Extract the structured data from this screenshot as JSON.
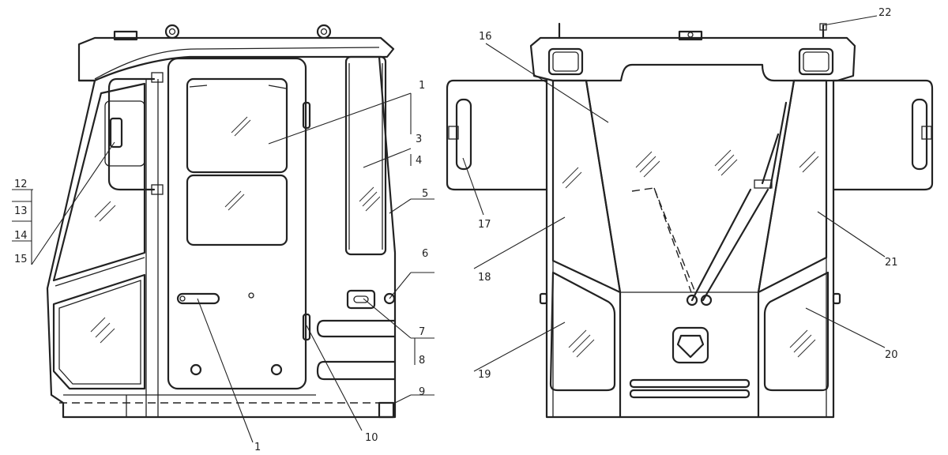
{
  "views": {
    "side": {
      "callouts": [
        {
          "id": "c1",
          "text": "1"
        },
        {
          "id": "c3",
          "text": "3"
        },
        {
          "id": "c4",
          "text": "4"
        },
        {
          "id": "c5",
          "text": "5"
        },
        {
          "id": "c6",
          "text": "6"
        },
        {
          "id": "c7",
          "text": "7"
        },
        {
          "id": "c8",
          "text": "8"
        },
        {
          "id": "c9",
          "text": "9"
        },
        {
          "id": "c10",
          "text": "10"
        },
        {
          "id": "c11",
          "text": "1"
        },
        {
          "id": "c12",
          "text": "12"
        },
        {
          "id": "c13",
          "text": "13"
        },
        {
          "id": "c14",
          "text": "14"
        },
        {
          "id": "c15",
          "text": "15"
        }
      ]
    },
    "front": {
      "callouts": [
        {
          "id": "c16",
          "text": "16"
        },
        {
          "id": "c17",
          "text": "17"
        },
        {
          "id": "c18",
          "text": "18"
        },
        {
          "id": "c19",
          "text": "19"
        },
        {
          "id": "c20",
          "text": "20"
        },
        {
          "id": "c21",
          "text": "21"
        },
        {
          "id": "c22",
          "text": "22"
        }
      ]
    }
  }
}
